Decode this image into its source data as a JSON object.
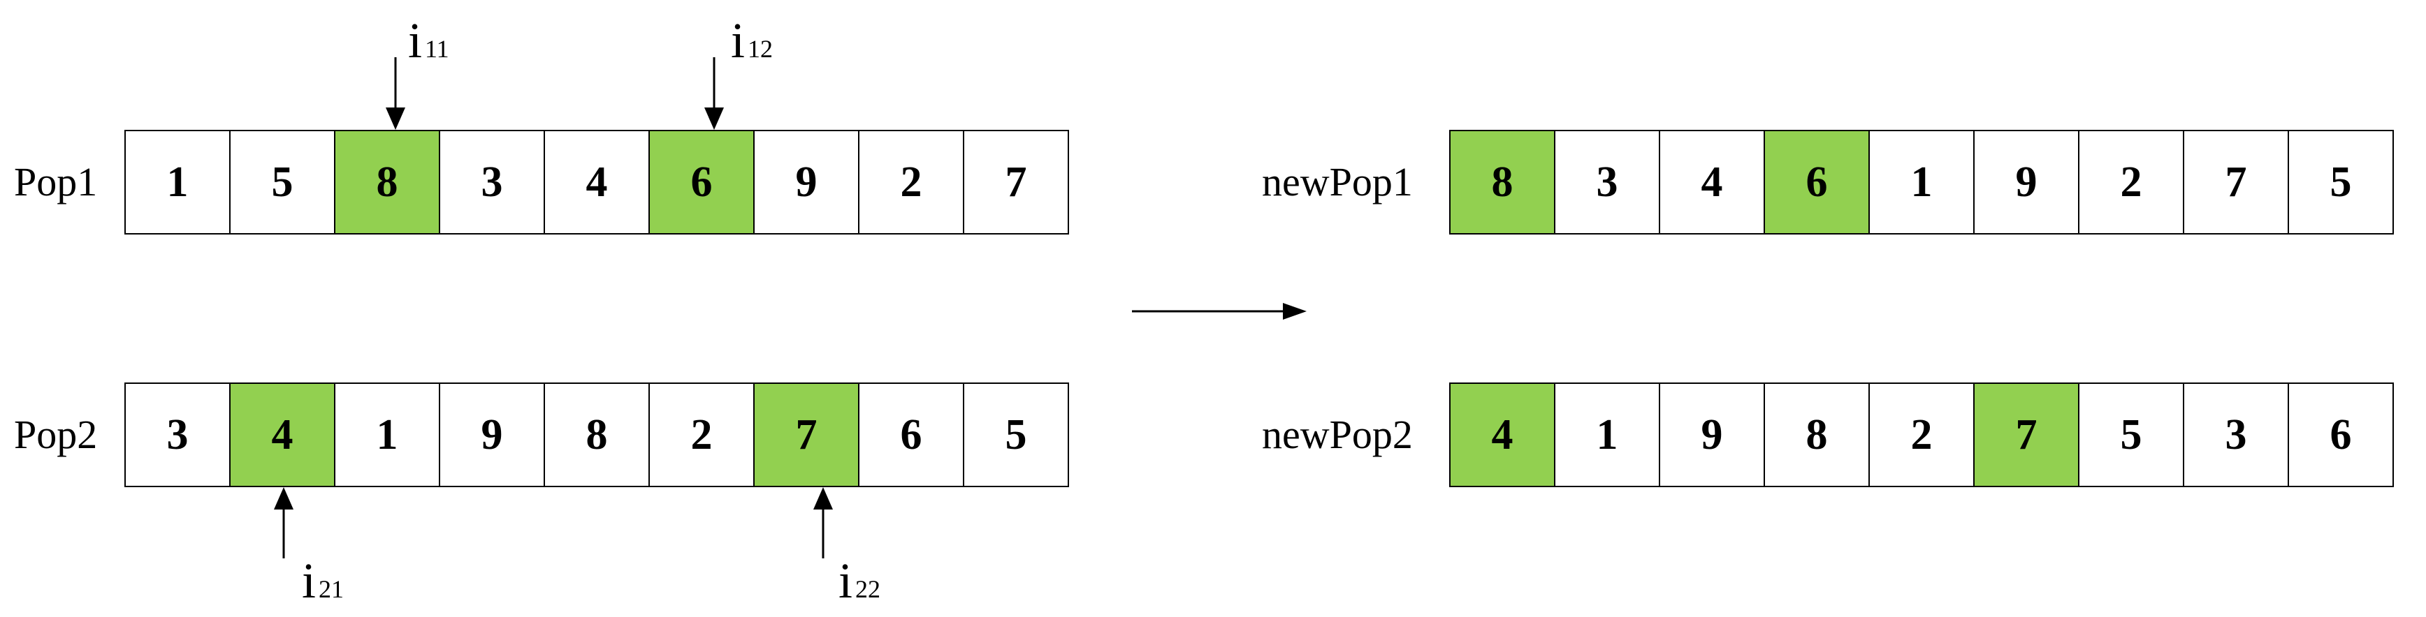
{
  "pop1": {
    "label": "Pop1",
    "values": [
      "1",
      "5",
      "8",
      "3",
      "4",
      "6",
      "9",
      "2",
      "7"
    ],
    "highlight": [
      2,
      5
    ]
  },
  "pop2": {
    "label": "Pop2",
    "values": [
      "3",
      "4",
      "1",
      "9",
      "8",
      "2",
      "7",
      "6",
      "5"
    ],
    "highlight": [
      1,
      6
    ]
  },
  "newpop1": {
    "label": "newPop1",
    "values": [
      "8",
      "3",
      "4",
      "6",
      "1",
      "9",
      "2",
      "7",
      "5"
    ],
    "highlight": [
      0,
      3
    ]
  },
  "newpop2": {
    "label": "newPop2",
    "values": [
      "4",
      "1",
      "9",
      "8",
      "2",
      "7",
      "5",
      "3",
      "6"
    ],
    "highlight": [
      0,
      5
    ]
  },
  "markers": {
    "i11": {
      "base": "i",
      "sub": "11"
    },
    "i12": {
      "base": "i",
      "sub": "12"
    },
    "i21": {
      "base": "i",
      "sub": "21"
    },
    "i22": {
      "base": "i",
      "sub": "22"
    }
  },
  "colors": {
    "highlight": "#92d050",
    "border": "#000000"
  }
}
